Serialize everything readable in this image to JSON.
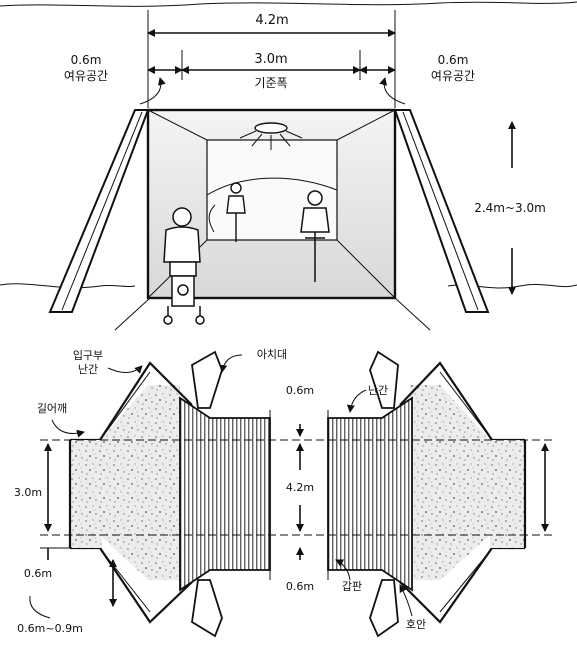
{
  "elevation": {
    "total_width": "4.2m",
    "standard_width": "3.0m",
    "standard_width_label": "기준폭",
    "left_margin": "0.6m",
    "left_margin_label": "여유공간",
    "right_margin": "0.6m",
    "right_margin_label": "여유공간",
    "height": "2.4m~3.0m"
  },
  "plan": {
    "entrance_railing_label_line1": "입구부",
    "entrance_railing_label_line2": "난간",
    "shoulder_label": "길어깨",
    "arch_label": "아치대",
    "railing_label": "난간",
    "deck_label": "갑판",
    "revetment_label": "호안",
    "top_offset": "0.6m",
    "bottom_offset": "0.6m",
    "center_width": "4.2m",
    "left_width": "3.0m",
    "left_margin": "0.6m",
    "bank_height": "0.6m~0.9m"
  },
  "colors": {
    "line": "#111111",
    "paper": "#ffffff",
    "tunnel_shade": "#e2e2e2"
  }
}
